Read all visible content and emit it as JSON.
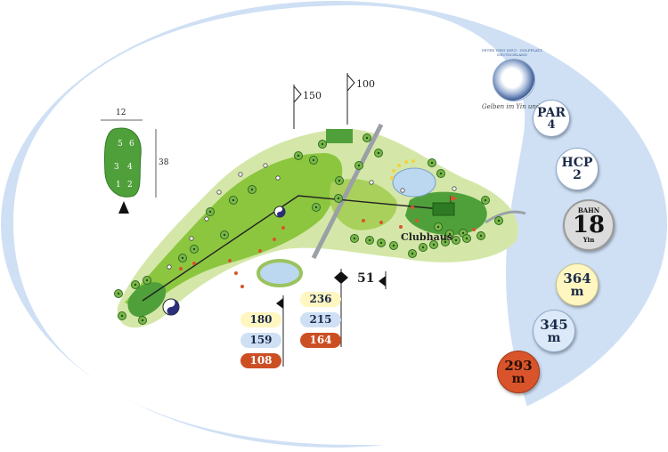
{
  "branding": {
    "seal_text": "PETER YING SHUI · GOLFPLATZ DEUTSCHLAND",
    "subtitle": "Gelben im Yin und Yang"
  },
  "hole": {
    "par_label": "PAR",
    "par_value": "4",
    "hcp_label": "HCP",
    "hcp_value": "2",
    "bahn_label": "BAHN",
    "bahn_number": "18",
    "bahn_sub": "Yin"
  },
  "lengths": [
    {
      "value": "364",
      "unit": "m",
      "color": "yellow"
    },
    {
      "value": "345",
      "unit": "m",
      "color": "blue"
    },
    {
      "value": "293",
      "unit": "m",
      "color": "red"
    }
  ],
  "green_diagram": {
    "width_label": "12",
    "depth_label": "38",
    "zones": [
      "1",
      "2",
      "3",
      "4",
      "5",
      "6"
    ]
  },
  "markers": {
    "m150": "150",
    "m100": "100",
    "m51": "51"
  },
  "distances_left": [
    {
      "value": "180",
      "color": "yellow"
    },
    {
      "value": "159",
      "color": "blue"
    },
    {
      "value": "108",
      "color": "red"
    }
  ],
  "distances_right": [
    {
      "value": "236",
      "color": "yellow"
    },
    {
      "value": "215",
      "color": "blue"
    },
    {
      "value": "164",
      "color": "red"
    }
  ],
  "labels": {
    "clubhaus": "Clubhaus"
  },
  "colors": {
    "ocean": "#cfe0f5",
    "rough": "#d4e7a8",
    "fairway": "#8cc63f",
    "green": "#4fa03a",
    "water": "#bcd8f0",
    "red_tee": "#d9542a",
    "yellow_tee": "#fff6c0"
  }
}
